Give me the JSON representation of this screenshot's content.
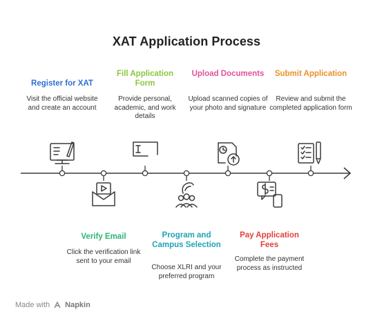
{
  "title": "XAT Application Process",
  "steps": [
    {
      "title": "Register for XAT",
      "desc": "Visit the official website and create an account",
      "color": "#2f6fd6",
      "icon": "computer-form-icon"
    },
    {
      "title": "Verify Email",
      "desc": "Click the verification link sent to your email",
      "color": "#2bb673",
      "icon": "envelope-video-icon"
    },
    {
      "title": "Fill Application Form",
      "desc": "Provide personal, academic, and work details",
      "color": "#8cc63f",
      "icon": "text-field-icon"
    },
    {
      "title": "Program and Campus Selection",
      "desc": "Choose XLRI and your preferred program",
      "color": "#1fa3b8",
      "icon": "team-icon"
    },
    {
      "title": "Upload Documents",
      "desc": "Upload scanned copies of your photo and signature",
      "color": "#e0539b",
      "icon": "document-upload-icon"
    },
    {
      "title": "Pay Application Fees",
      "desc": "Complete the payment process as instructed",
      "color": "#e0423a",
      "icon": "payment-icon"
    },
    {
      "title": "Submit Application",
      "desc": "Review and submit the completed application form",
      "color": "#e8912a",
      "icon": "checklist-pen-icon"
    }
  ],
  "footer": {
    "made_with": "Made with",
    "brand": "Napkin"
  }
}
